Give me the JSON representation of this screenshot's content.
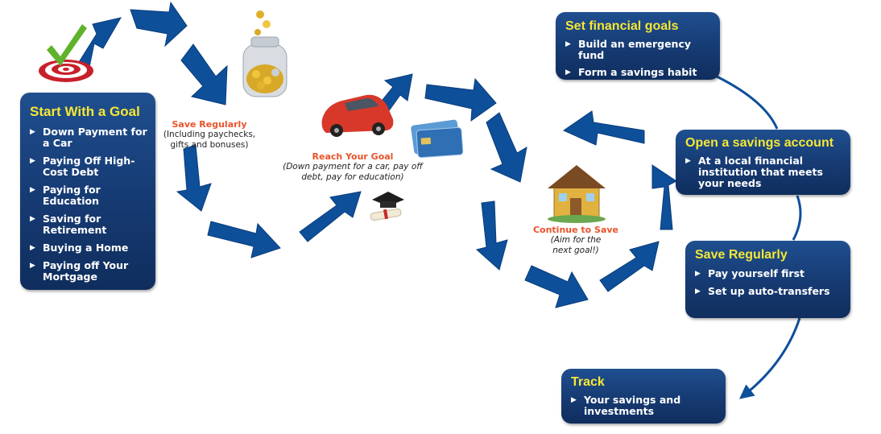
{
  "colors": {
    "arrow": "#0e4f9a",
    "box": "#173d77",
    "title": "#f6e735",
    "caption_title": "#e8532b"
  },
  "start_box": {
    "title": "Start With a Goal",
    "items": [
      "Down Payment for a Car",
      "Paying Off High-Cost Debt",
      "Paying for Education",
      "Saving for Retirement",
      "Buying a Home",
      "Paying off Your Mortgage"
    ]
  },
  "save_regularly_caption": {
    "title": "Save Regularly",
    "line1": "(Including paychecks,",
    "line2": "gifts and bonuses)"
  },
  "reach_goal_caption": {
    "title": "Reach Your Goal",
    "line1": "(Down payment for a car, pay off",
    "line2": "debt, pay for education)"
  },
  "continue_caption": {
    "title": "Continue to Save",
    "line1": "(Aim for the",
    "line2": "next goal!)"
  },
  "cycle_boxes": {
    "set_goals": {
      "title": "Set financial goals",
      "items": [
        "Build an emergency fund",
        "Form a savings habit"
      ]
    },
    "open_account": {
      "title": "Open a savings account",
      "items": [
        "At a local financial institution that meets your needs"
      ]
    },
    "save_regularly": {
      "title": "Save Regularly",
      "items": [
        "Pay yourself first",
        "Set up auto-transfers"
      ]
    },
    "track": {
      "title": "Track",
      "items": [
        "Your savings and investments"
      ]
    }
  }
}
